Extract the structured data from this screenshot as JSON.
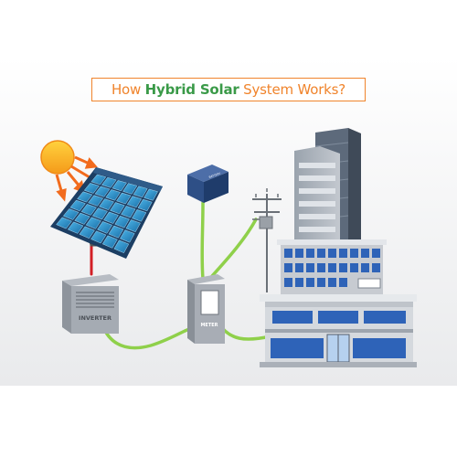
{
  "title": {
    "part1": "How ",
    "part2": "Hybrid Solar",
    "part3": " System Works?",
    "colors": {
      "part1": "#f0842c",
      "part2": "#3a9a48",
      "part3": "#f0842c",
      "border": "#f0842c"
    }
  },
  "components": {
    "inverter": {
      "label": "INVERTER"
    },
    "meter": {
      "label": "METER"
    },
    "battery": {
      "label": "BATTERY"
    }
  },
  "colors": {
    "panel_cell": "#1f7fb8",
    "panel_frame": "#1c3e63",
    "wire_green": "#8fd04a",
    "wire_red": "#d21f26",
    "sun": "#f7b21d",
    "sun_ray": "#f26b1d",
    "battery": "#2e4f86",
    "building": "#d0d3d8",
    "window": "#2e63b8"
  },
  "icons": [
    "sun-icon",
    "solar-panel-icon",
    "inverter-icon",
    "battery-icon",
    "meter-icon",
    "utility-pole-icon",
    "building-icon"
  ]
}
